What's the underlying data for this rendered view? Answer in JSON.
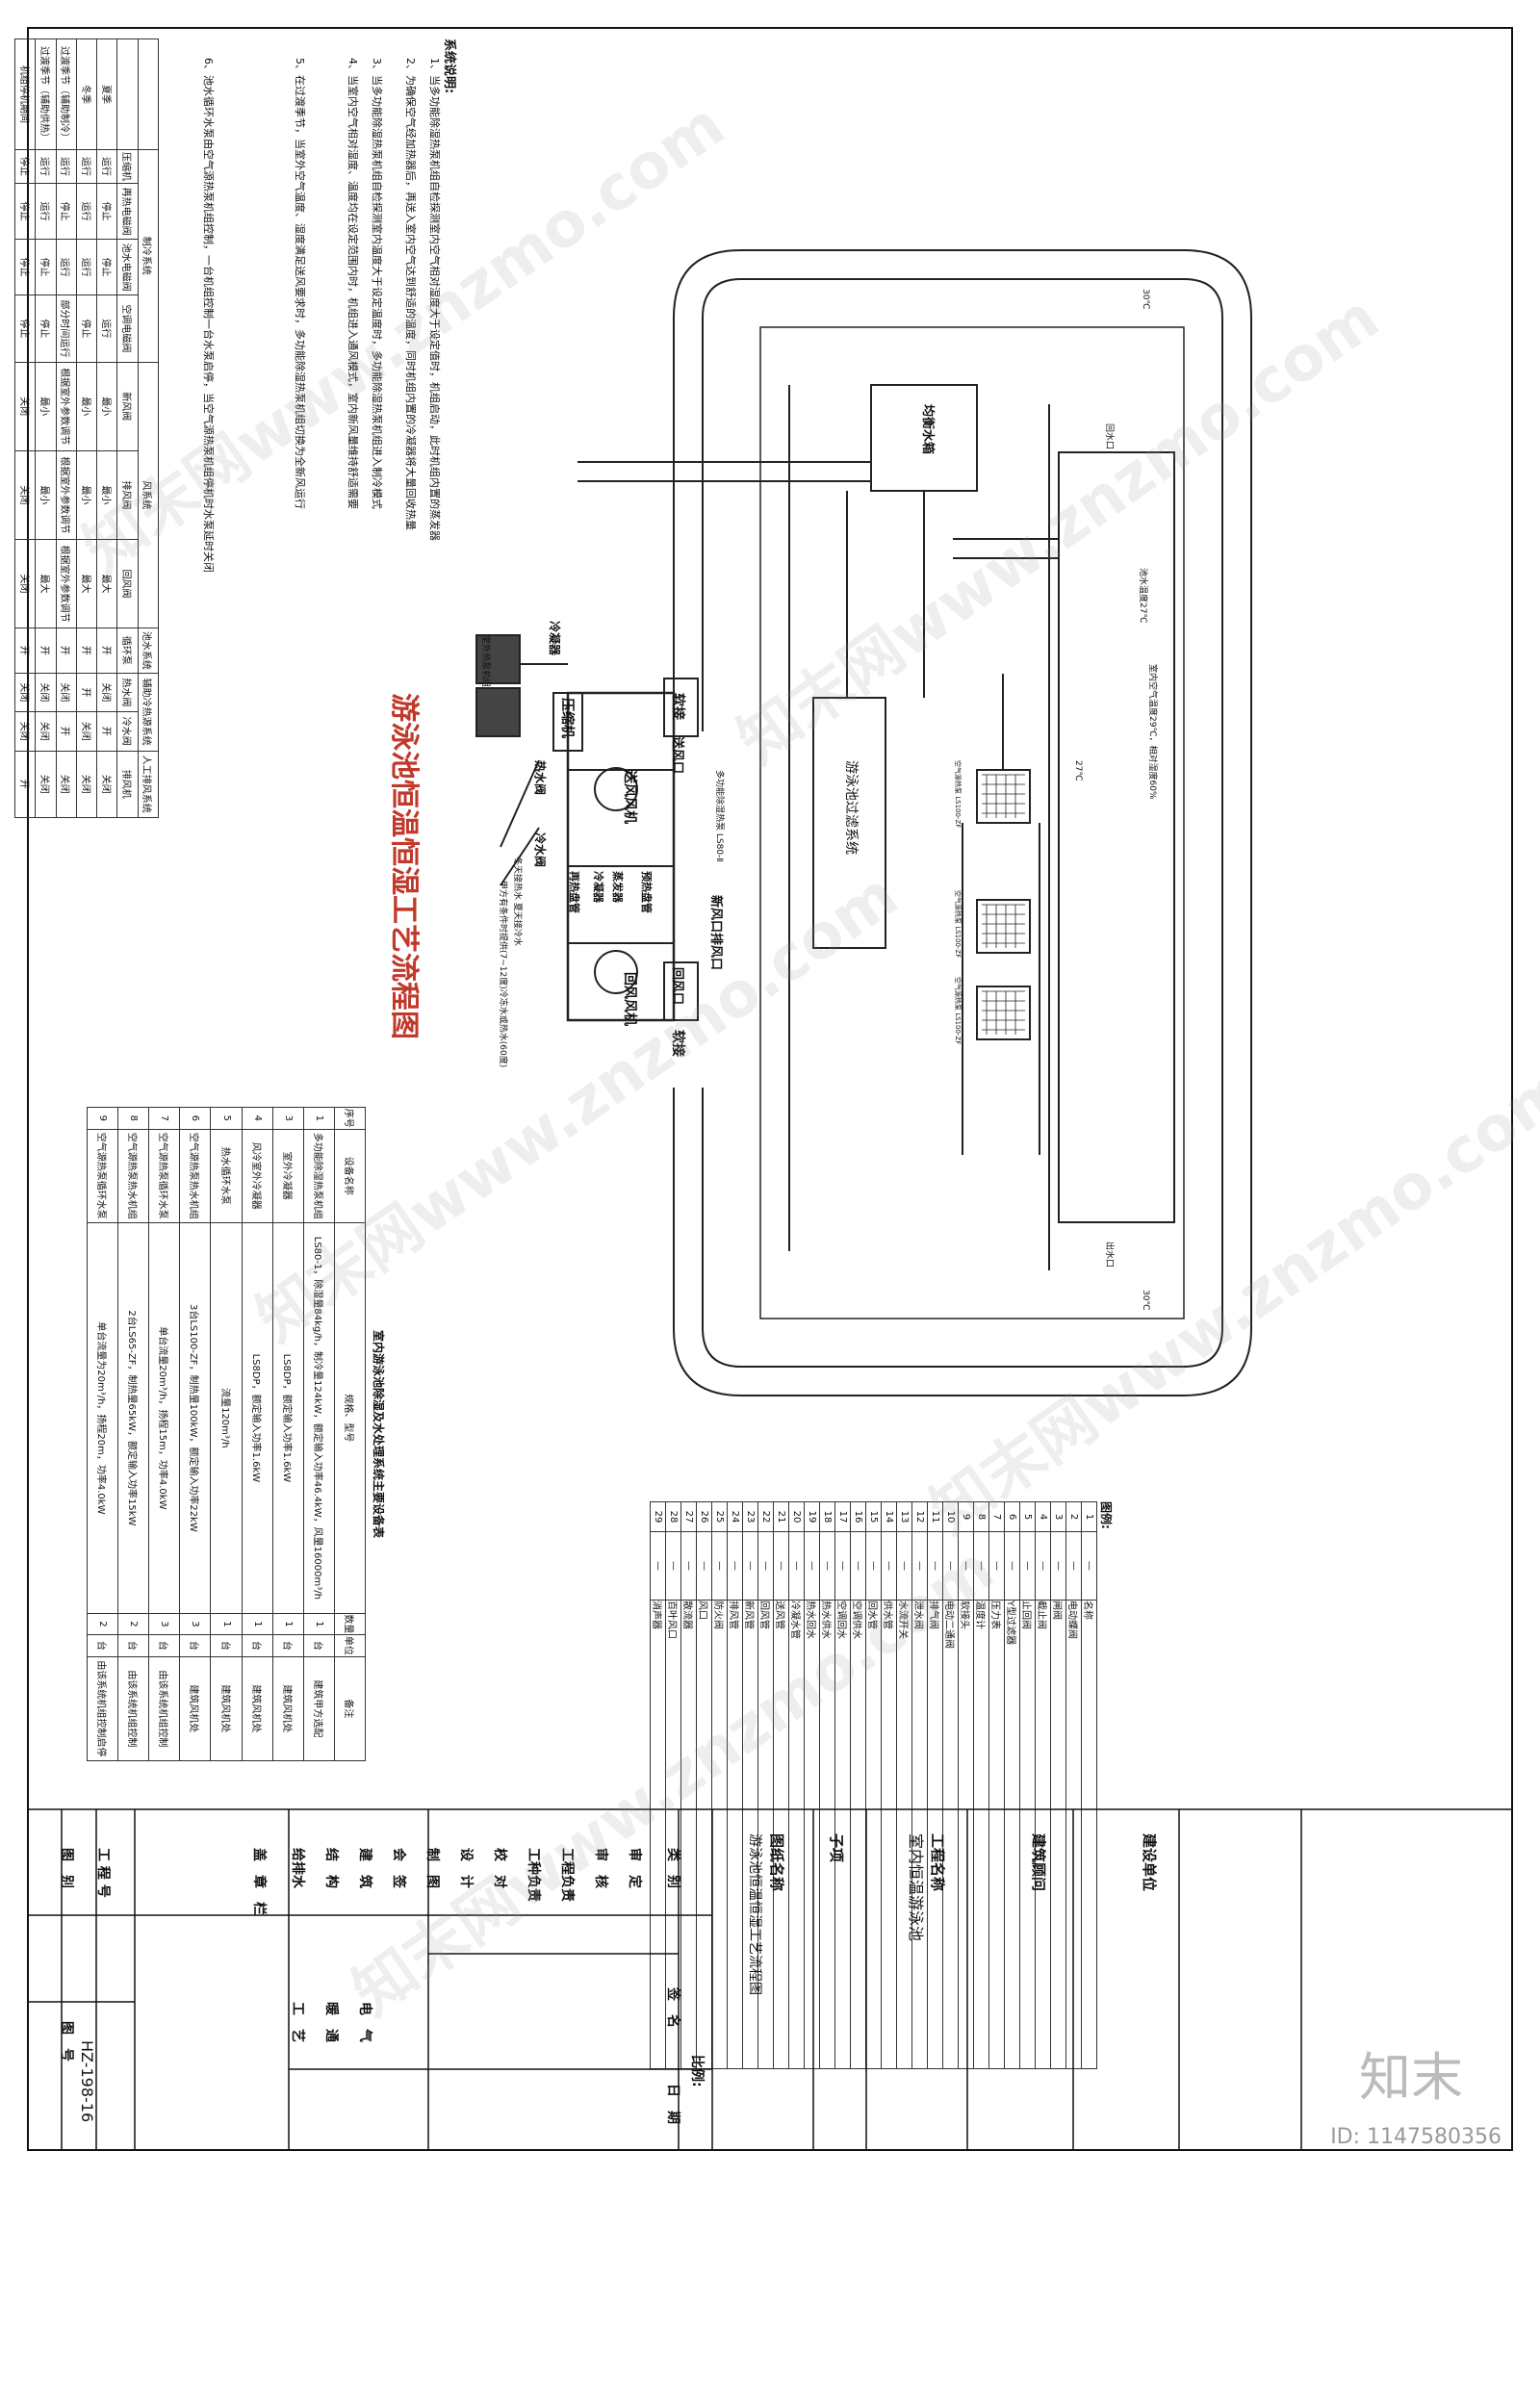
{
  "title": "游泳池恒温恒湿工艺流程图",
  "notes_heading": "系统说明:",
  "notes": [
    "1、当多功能除湿热泵机组自检探测室内空气相对湿度大于设定值时，机组启动，此时机组内置的蒸发器",
    "2、为确保空气经加热器后，再送入室内空气达到舒适的温度，同时机组内置的冷凝器将大量回收热量",
    "3、当多功能除湿热泵机组自检探测室内温度大于设定温度时，多功能除湿热泵机组进入制冷模式",
    "4、当室内空气相对湿度、温度均在设定范围内时，机组进入通风模式，室内新风量维持舒适需要",
    "5、在过渡季节，当室外空气温度、湿度满足送风要求时，多功能除湿热泵机组切换为全新风运行",
    "6、池水循环水泵由空气源热泵机组控制，一台机组控制一台水泵启停，当空气源热泵机组停机时水泵延时关闭"
  ],
  "mode_table": {
    "title_cool": "制冷系统",
    "title_air": "风系统",
    "title_pool": "池水系统",
    "title_aux": "辅助冷热源系统",
    "title_exh": "人工排风系统",
    "headers": [
      "压缩机",
      "再热电磁阀",
      "池水电磁阀",
      "空调电磁阀",
      "新风阀",
      "排风阀",
      "回风阀",
      "循环泵",
      "热水阀",
      "冷水阀",
      "排风机"
    ],
    "rows": [
      {
        "season": "夏季",
        "cells": [
          "运行",
          "停止",
          "停止",
          "运行",
          "最小",
          "最小",
          "最大",
          "开",
          "关闭",
          "开",
          "关闭"
        ]
      },
      {
        "season": "冬季",
        "cells": [
          "运行",
          "运行",
          "运行",
          "停止",
          "最小",
          "最小",
          "最大",
          "开",
          "开",
          "关闭",
          "关闭"
        ]
      },
      {
        "season": "过渡季节（辅助制冷）",
        "cells": [
          "运行",
          "停止",
          "运行",
          "部分时间运行",
          "根据室外参数调节",
          "根据室外参数调节",
          "根据室外参数调节",
          "开",
          "关闭",
          "开",
          "关闭"
        ]
      },
      {
        "season": "过渡季节（辅助供热）",
        "cells": [
          "运行",
          "运行",
          "停止",
          "停止",
          "最小",
          "最小",
          "最大",
          "开",
          "关闭",
          "关闭",
          "关闭"
        ]
      },
      {
        "season": "机组停机期间",
        "cells": [
          "停止",
          "停止",
          "停止",
          "停止",
          "关闭",
          "关闭",
          "关闭",
          "开",
          "关闭",
          "关闭",
          "开"
        ]
      }
    ]
  },
  "equipment_table": {
    "caption": "室内游泳池除湿及水处理系统主要设备表",
    "headers": [
      "序号",
      "设备名称",
      "规格、型号",
      "数量",
      "单位",
      "备注"
    ],
    "rows": [
      [
        "1",
        "多功能除湿热泵机组",
        "LS80-1，除湿量84kg/h，制冷量124kW，额定输入功率46.4kW，风量16000m³/h",
        "1",
        "台",
        "建筑甲方选配"
      ],
      [
        "3",
        "室外冷凝器",
        "LS8DP，额定输入功率1.6kW",
        "1",
        "台",
        "建筑风机处"
      ],
      [
        "4",
        "风冷室外冷凝器",
        "LS8DP，额定输入功率1.6kW",
        "1",
        "台",
        "建筑风机处"
      ],
      [
        "5",
        "热水循环水泵",
        "流量120m³/h",
        "1",
        "台",
        "建筑风机处"
      ],
      [
        "6",
        "空气源热泵热水机组",
        "3台LS100-ZF，制热量100kW，额定输入功率22kW",
        "3",
        "台",
        "建筑风机处"
      ],
      [
        "7",
        "空气源热泵循环水泵",
        "单台流量20m³/h，扬程15m，功率4.0kW",
        "3",
        "台",
        "由该系统机组控制"
      ],
      [
        "8",
        "空气源热泵热水机组",
        "2台LS65-ZF，制热量65kW，额定输入功率15kW",
        "2",
        "台",
        "由该系统机组控制"
      ],
      [
        "9",
        "空气源热泵循环水泵",
        "单台流量为20m³/h，扬程20m，功率4.0kW",
        "2",
        "台",
        "由该系统机组控制启停"
      ]
    ]
  },
  "legend": {
    "heading": "图例:",
    "items": [
      "名称",
      "电动蝶阀",
      "闸阀",
      "截止阀",
      "止回阀",
      "Y型过滤器",
      "压力表",
      "温度计",
      "软接头",
      "电动二通阀",
      "排气阀",
      "泄水阀",
      "水流开关",
      "供水管",
      "回水管",
      "空调供水",
      "空调回水",
      "热水供水",
      "热水回水",
      "冷凝水管",
      "送风管",
      "回风管",
      "新风管",
      "排风管",
      "防火阀",
      "风口",
      "散流器",
      "百叶风口",
      "消声器"
    ]
  },
  "diagram_labels": {
    "pool": "游泳池过滤系统",
    "balance_tank": "均衡水箱",
    "room_air": "室内空气温度29℃，相对湿度60%",
    "pool_water": "池水温度27℃",
    "unit": "多功能除湿热泵 LS80-Ⅱ",
    "supply_box": "送风口",
    "return_box": "回风口",
    "fresh_box": "新风口排风口",
    "soft1": "软接",
    "soft2": "软接",
    "heat_pump_unit": "室外热泵机组",
    "cond_label": "冷凝器",
    "comp": "压缩机",
    "fan_supply": "送风风机",
    "fan_return": "回风风机",
    "coil_pre": "预热盘管",
    "coil_evap": "蒸发器",
    "coil_cond": "冷凝器",
    "coil_reheat": "再热盘管",
    "hot_valve": "热水阀",
    "cold_valve": "冷水阀",
    "water_note": "冬天接热水 夏天接冷水",
    "water_note2": "甲方有条件时提供(7~12度)冷冻水或热水(60度)",
    "hp1": "空气源热泵 LS100-ZF",
    "hp2": "空气源热泵 LS100-ZF",
    "hp3": "空气源热泵 LS100-ZF",
    "temp_left": "30℃",
    "temp_mid": "27℃",
    "temp_right": "30℃",
    "pipe_in": "回水口",
    "pipe_out": "出水口"
  },
  "title_block": {
    "build_unit": "建设单位",
    "consultant": "建筑顾问",
    "project_label": "工程名称",
    "project_name": "室内恒温游泳池",
    "sub_label": "子项",
    "drawing_label": "图纸名称",
    "drawing_name": "游泳池恒温恒湿工艺流程图",
    "scale_label": "比例:",
    "col_class": "类　别",
    "col_sign": "签　名",
    "col_date": "日　期",
    "roles": [
      "审　定",
      "审　核",
      "工程负责",
      "工种负责",
      "校　对",
      "设　计",
      "制　图",
      "会　签"
    ],
    "disciplines": [
      "建　筑",
      "电　气",
      "结　构",
      "暖　通",
      "给排水",
      "工　艺"
    ],
    "stamp": "盖　章　栏",
    "project_no": "工 程 号",
    "drawing_type": "图　别",
    "drawing_no_label": "图　号",
    "drawing_no": "HZ-198-16"
  },
  "watermark": "知末网www.znzmo.com",
  "brand": "知末",
  "id_text": "ID: 1147580356"
}
